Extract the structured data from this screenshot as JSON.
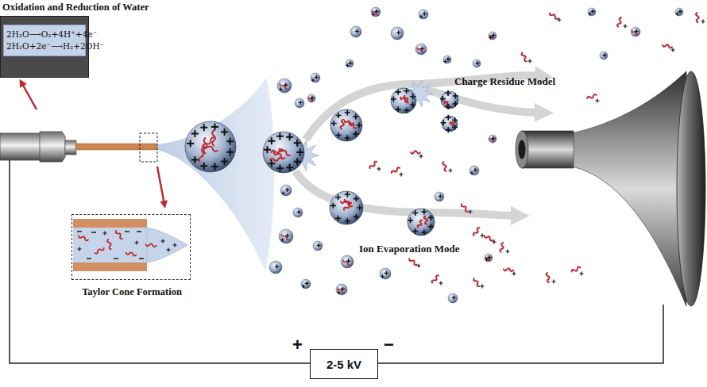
{
  "diagram": {
    "nodes": [
      {
        "text": [
          "Oxidation and Reduction of Water"
        ]
      },
      {
        "text": [
          "2H₂O⟶O₂+4H⁺+4e⁻",
          "2H₂O+2e⁻⟶H₂+2OH⁻"
        ],
        "in": 0
      },
      {
        "text": [
          "Taylor Cone Formation"
        ]
      },
      {
        "text": [
          "2-5 kV"
        ]
      }
    ],
    "labels": [
      "Charge Residue Model",
      "Ion Evaporation Mode",
      "+",
      "−"
    ]
  }
}
